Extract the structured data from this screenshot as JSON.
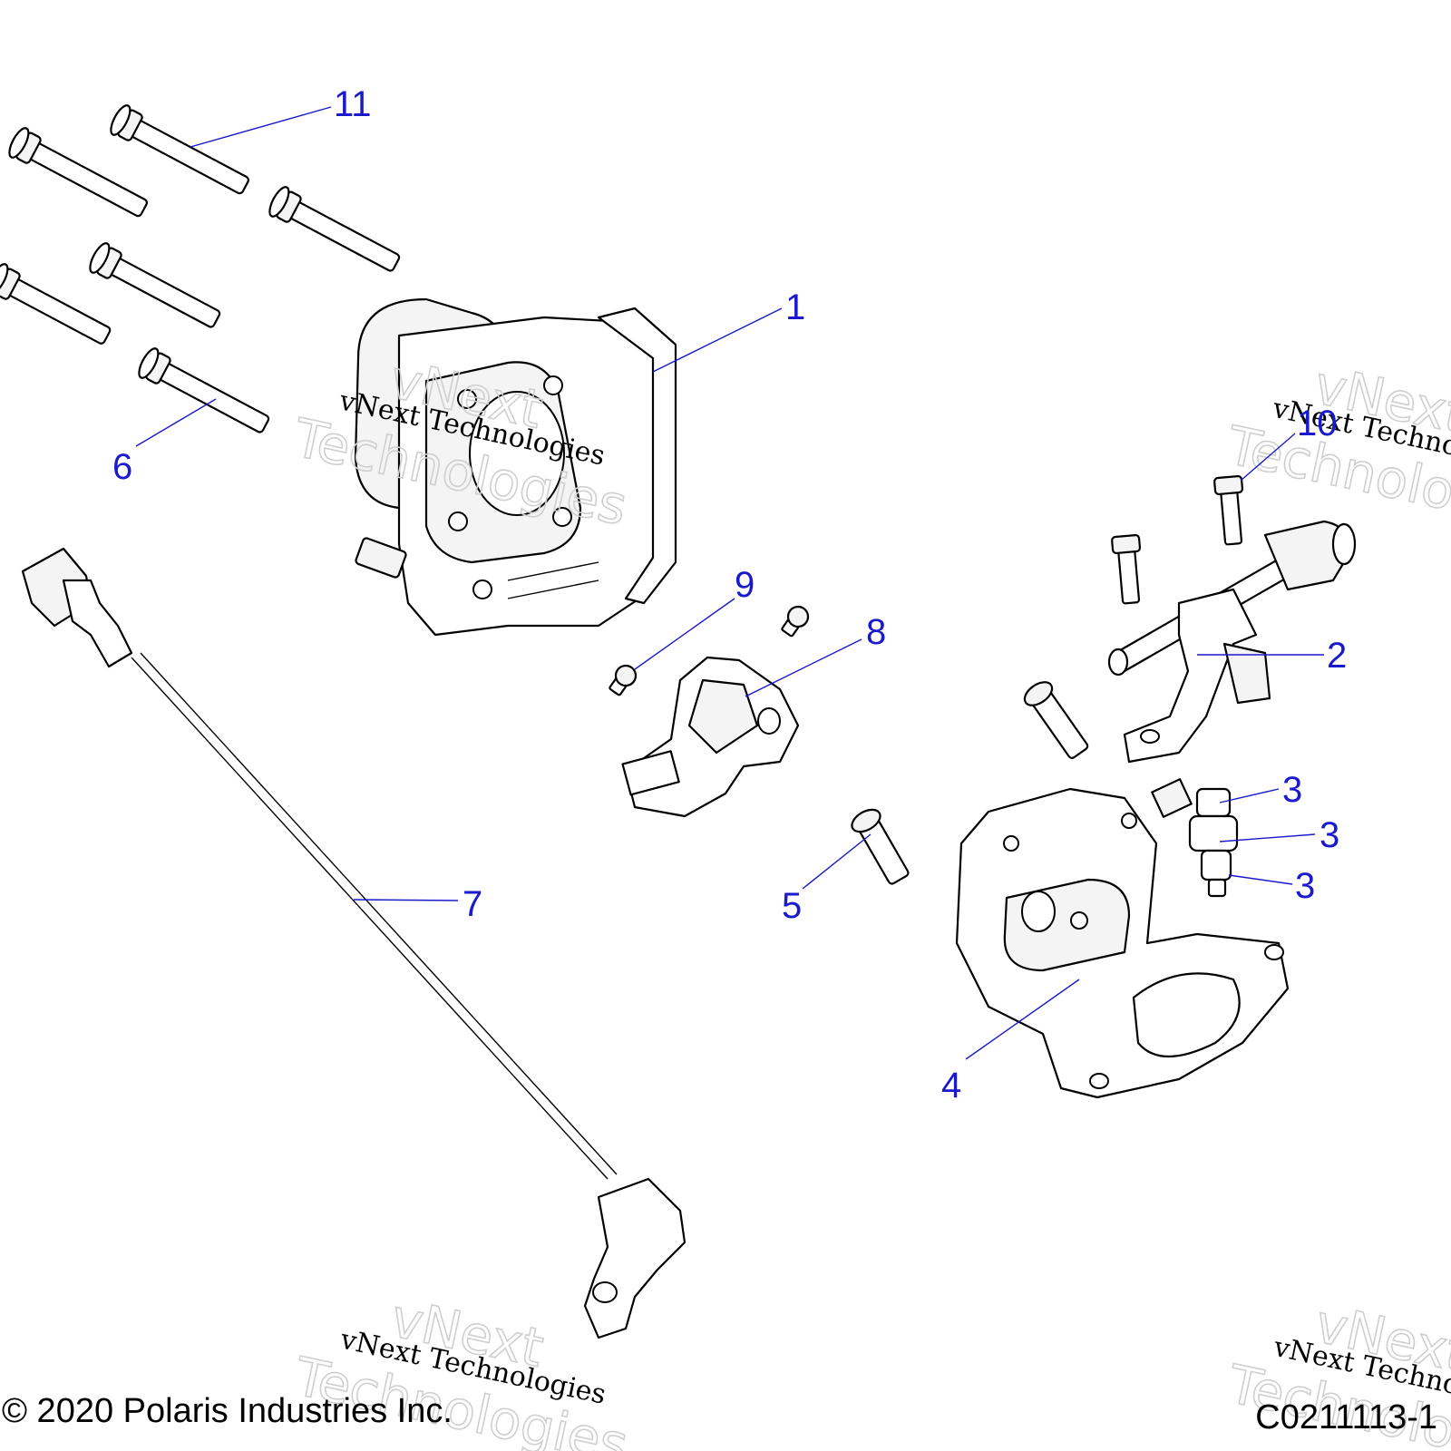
{
  "callouts": [
    {
      "id": "1",
      "label": "1"
    },
    {
      "id": "2",
      "label": "2"
    },
    {
      "id": "3a",
      "label": "3"
    },
    {
      "id": "3b",
      "label": "3"
    },
    {
      "id": "3c",
      "label": "3"
    },
    {
      "id": "4",
      "label": "4"
    },
    {
      "id": "5",
      "label": "5"
    },
    {
      "id": "6",
      "label": "6"
    },
    {
      "id": "7",
      "label": "7"
    },
    {
      "id": "8",
      "label": "8"
    },
    {
      "id": "9",
      "label": "9"
    },
    {
      "id": "10",
      "label": "10"
    },
    {
      "id": "11",
      "label": "11"
    }
  ],
  "watermark": {
    "line1": "vNext Technologies",
    "outline_word1": "vNext",
    "outline_word2": "Technologies"
  },
  "footer": {
    "copyright": "© 2020 Polaris Industries Inc.",
    "drawing_number": "C0211113-1"
  },
  "colors": {
    "callout": "#1a1acc",
    "line_art": "#000000",
    "watermark_outline": "#cfcfcf"
  }
}
